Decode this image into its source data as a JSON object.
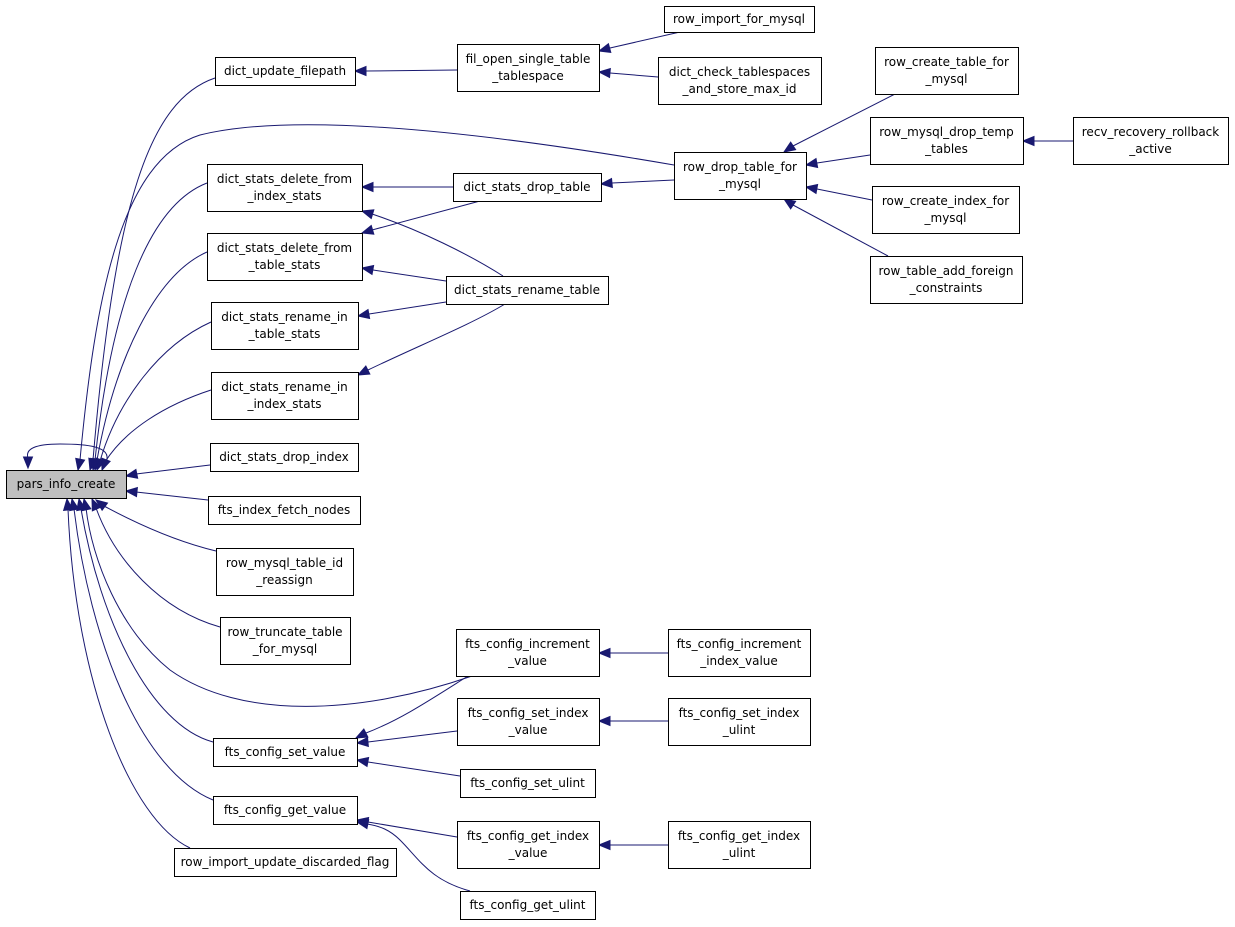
{
  "nodes": {
    "pars_info_create": [
      "pars_info_create"
    ],
    "dict_update_filepath": [
      "dict_update_filepath"
    ],
    "fil_open_single_table_tablespace": [
      "fil_open_single_table",
      "_tablespace"
    ],
    "row_import_for_mysql": [
      "row_import_for_mysql"
    ],
    "dict_check_tablespaces_and_store_max_id": [
      "dict_check_tablespaces",
      "_and_store_max_id"
    ],
    "row_create_table_for_mysql": [
      "row_create_table_for",
      "_mysql"
    ],
    "row_drop_table_for_mysql": [
      "row_drop_table_for",
      "_mysql"
    ],
    "row_mysql_drop_temp_tables": [
      "row_mysql_drop_temp",
      "_tables"
    ],
    "recv_recovery_rollback_active": [
      "recv_recovery_rollback",
      "_active"
    ],
    "row_create_index_for_mysql": [
      "row_create_index_for",
      "_mysql"
    ],
    "row_table_add_foreign_constraints": [
      "row_table_add_foreign",
      "_constraints"
    ],
    "dict_stats_delete_from_index_stats": [
      "dict_stats_delete_from",
      "_index_stats"
    ],
    "dict_stats_drop_table": [
      "dict_stats_drop_table"
    ],
    "dict_stats_delete_from_table_stats": [
      "dict_stats_delete_from",
      "_table_stats"
    ],
    "dict_stats_rename_table": [
      "dict_stats_rename_table"
    ],
    "dict_stats_rename_in_table_stats": [
      "dict_stats_rename_in",
      "_table_stats"
    ],
    "dict_stats_rename_in_index_stats": [
      "dict_stats_rename_in",
      "_index_stats"
    ],
    "dict_stats_drop_index": [
      "dict_stats_drop_index"
    ],
    "fts_index_fetch_nodes": [
      "fts_index_fetch_nodes"
    ],
    "row_mysql_table_id_reassign": [
      "row_mysql_table_id",
      "_reassign"
    ],
    "row_truncate_table_for_mysql": [
      "row_truncate_table",
      "_for_mysql"
    ],
    "fts_config_increment_value": [
      "fts_config_increment",
      "_value"
    ],
    "fts_config_increment_index_value": [
      "fts_config_increment",
      "_index_value"
    ],
    "fts_config_set_index_value": [
      "fts_config_set_index",
      "_value"
    ],
    "fts_config_set_index_ulint": [
      "fts_config_set_index",
      "_ulint"
    ],
    "fts_config_set_value": [
      "fts_config_set_value"
    ],
    "fts_config_set_ulint": [
      "fts_config_set_ulint"
    ],
    "fts_config_get_value": [
      "fts_config_get_value"
    ],
    "fts_config_get_index_value": [
      "fts_config_get_index",
      "_value"
    ],
    "fts_config_get_index_ulint": [
      "fts_config_get_index",
      "_ulint"
    ],
    "row_import_update_discarded_flag": [
      "row_import_update_discarded_flag"
    ],
    "fts_config_get_ulint": [
      "fts_config_get_ulint"
    ]
  },
  "edges": [
    [
      "pars_info_create",
      "pars_info_create"
    ],
    [
      "pars_info_create",
      "dict_update_filepath"
    ],
    [
      "pars_info_create",
      "row_drop_table_for_mysql"
    ],
    [
      "pars_info_create",
      "dict_stats_delete_from_index_stats"
    ],
    [
      "pars_info_create",
      "dict_stats_delete_from_table_stats"
    ],
    [
      "pars_info_create",
      "dict_stats_rename_in_table_stats"
    ],
    [
      "pars_info_create",
      "dict_stats_rename_in_index_stats"
    ],
    [
      "pars_info_create",
      "dict_stats_drop_index"
    ],
    [
      "pars_info_create",
      "fts_index_fetch_nodes"
    ],
    [
      "pars_info_create",
      "row_mysql_table_id_reassign"
    ],
    [
      "pars_info_create",
      "row_truncate_table_for_mysql"
    ],
    [
      "pars_info_create",
      "fts_config_increment_value"
    ],
    [
      "pars_info_create",
      "fts_config_set_value"
    ],
    [
      "pars_info_create",
      "fts_config_get_value"
    ],
    [
      "pars_info_create",
      "row_import_update_discarded_flag"
    ],
    [
      "dict_update_filepath",
      "fil_open_single_table_tablespace"
    ],
    [
      "fil_open_single_table_tablespace",
      "row_import_for_mysql"
    ],
    [
      "fil_open_single_table_tablespace",
      "dict_check_tablespaces_and_store_max_id"
    ],
    [
      "row_drop_table_for_mysql",
      "row_create_table_for_mysql"
    ],
    [
      "row_drop_table_for_mysql",
      "row_mysql_drop_temp_tables"
    ],
    [
      "row_drop_table_for_mysql",
      "row_create_index_for_mysql"
    ],
    [
      "row_drop_table_for_mysql",
      "row_table_add_foreign_constraints"
    ],
    [
      "row_mysql_drop_temp_tables",
      "recv_recovery_rollback_active"
    ],
    [
      "dict_stats_delete_from_index_stats",
      "dict_stats_drop_table"
    ],
    [
      "dict_stats_delete_from_index_stats",
      "dict_stats_rename_table"
    ],
    [
      "dict_stats_delete_from_table_stats",
      "dict_stats_drop_table"
    ],
    [
      "dict_stats_delete_from_table_stats",
      "dict_stats_rename_table"
    ],
    [
      "dict_stats_drop_table",
      "row_drop_table_for_mysql"
    ],
    [
      "dict_stats_rename_in_table_stats",
      "dict_stats_rename_table"
    ],
    [
      "dict_stats_rename_in_index_stats",
      "dict_stats_rename_table"
    ],
    [
      "fts_config_increment_value",
      "fts_config_increment_index_value"
    ],
    [
      "fts_config_set_value",
      "fts_config_increment_value"
    ],
    [
      "fts_config_set_value",
      "fts_config_set_index_value"
    ],
    [
      "fts_config_set_value",
      "fts_config_set_ulint"
    ],
    [
      "fts_config_set_index_value",
      "fts_config_set_index_ulint"
    ],
    [
      "fts_config_get_value",
      "fts_config_get_index_value"
    ],
    [
      "fts_config_get_value",
      "fts_config_get_ulint"
    ],
    [
      "fts_config_get_index_value",
      "fts_config_get_index_ulint"
    ]
  ],
  "colors": {
    "edge": "#191970",
    "node_border": "#000000",
    "node_fill": "#ffffff",
    "root_fill": "#bfbfbf"
  }
}
